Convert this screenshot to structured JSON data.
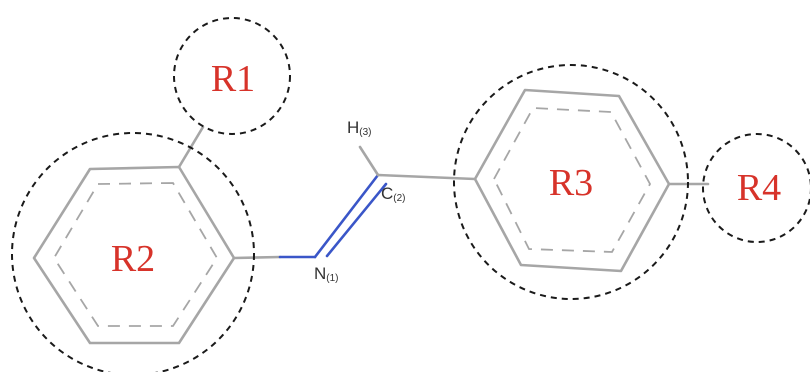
{
  "colors": {
    "group_label": "#d7332a",
    "imine_bond": "#3a56c8"
  },
  "groups": {
    "r1": "R1",
    "r2": "R2",
    "r3": "R3",
    "r4": "R4"
  },
  "atoms": {
    "n": {
      "symbol": "N",
      "index": "(1)"
    },
    "c": {
      "symbol": "C",
      "index": "(2)"
    },
    "h": {
      "symbol": "H",
      "index": "(3)"
    }
  }
}
